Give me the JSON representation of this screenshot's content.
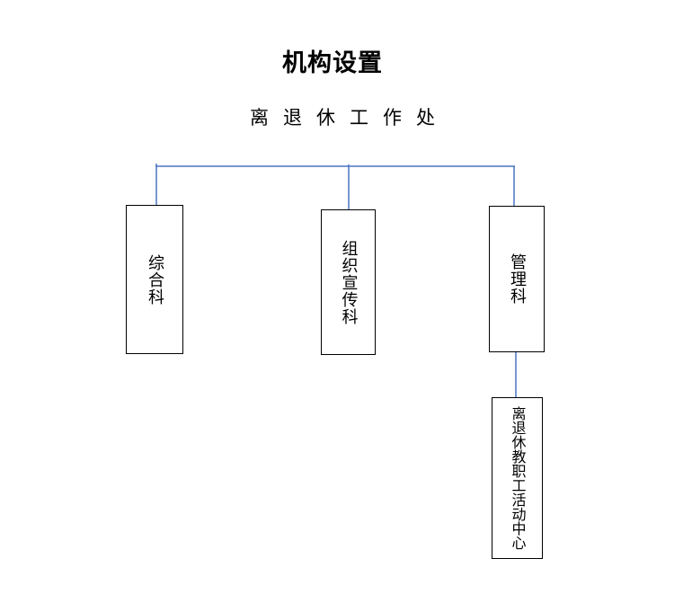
{
  "title": "机构设置",
  "root": {
    "label": "离退休工作处"
  },
  "departments": [
    {
      "id": "general",
      "label": "综合科"
    },
    {
      "id": "org",
      "label": "组织宣传科"
    },
    {
      "id": "mgmt",
      "label": "管理科"
    }
  ],
  "sub_units": [
    {
      "parent": "mgmt",
      "label": "离退休教职工活动中心"
    }
  ],
  "colors": {
    "connector": "#4a74c2",
    "box_border": "#000000"
  }
}
